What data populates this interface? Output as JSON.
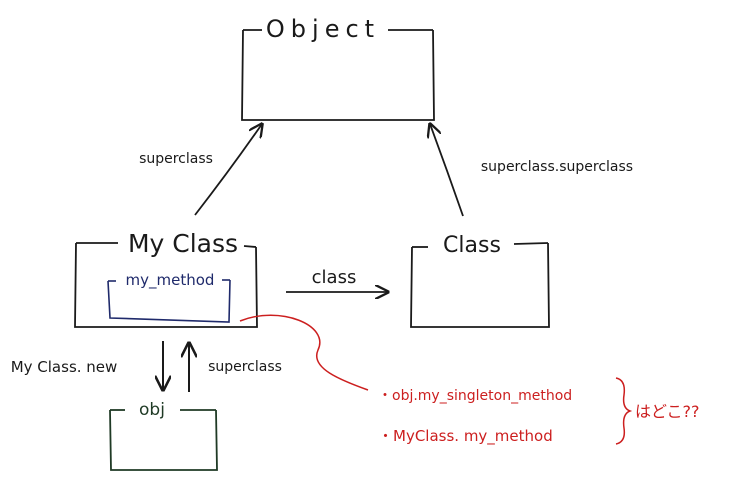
{
  "nodes": {
    "object": {
      "label": "Object"
    },
    "my_class": {
      "label": "My Class"
    },
    "my_method": {
      "label": "my_method"
    },
    "class": {
      "label": "Class"
    },
    "obj": {
      "label": "obj"
    }
  },
  "edges": {
    "myclass_to_object": {
      "label": "superclass"
    },
    "class_to_object": {
      "label": "superclass.superclass"
    },
    "myclass_to_class": {
      "label": "class"
    },
    "myclass_to_obj": {
      "label": "My Class. new"
    },
    "obj_to_myclass": {
      "label": "superclass"
    }
  },
  "annotation": {
    "items": [
      "・obj.my_singleton_method",
      "・MyClass. my_method"
    ],
    "question": "はどこ??"
  },
  "colors": {
    "ink": "#1a1a1a",
    "annotation": "#cc1f1f",
    "method_box": "#1f2a6b",
    "obj_box": "#1f3a25"
  }
}
